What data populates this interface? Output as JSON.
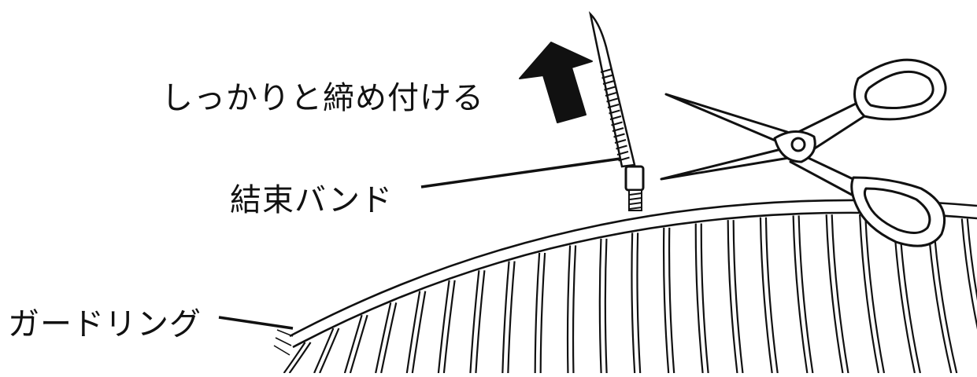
{
  "labels": {
    "tighten": "しっかりと締め付ける",
    "band": "結束バンド",
    "guard_ring": "ガードリング"
  },
  "colors": {
    "line": "#111111",
    "background": "#ffffff"
  },
  "icons": {
    "arrow": "up-arrow-icon",
    "scissors": "scissors-icon"
  }
}
